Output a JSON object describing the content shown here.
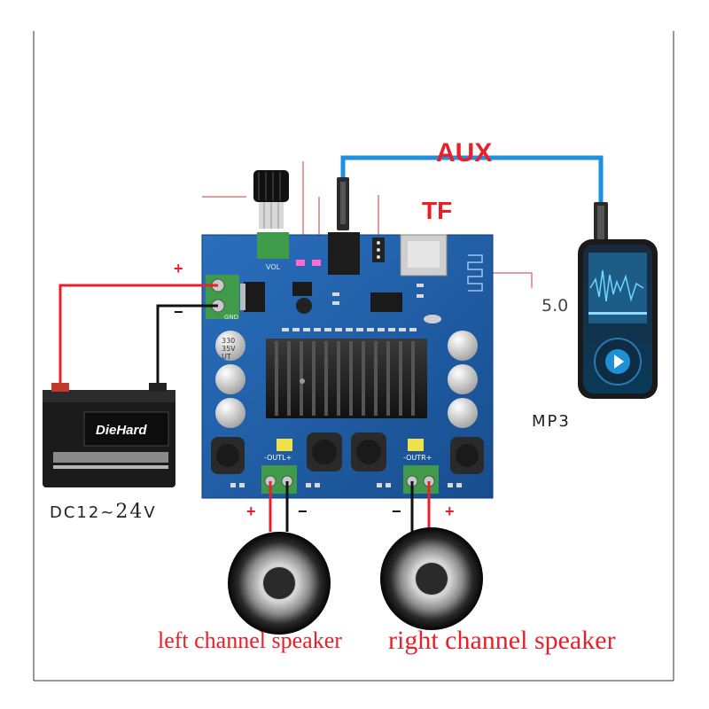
{
  "labels": {
    "aux": "AUX",
    "tf": "TF",
    "bluetooth_version": "5.0",
    "mp3": "MP3",
    "power_range_prefix": "DC12~",
    "power_range_value": "24",
    "power_range_unit": "V",
    "left_speaker": "left channel speaker",
    "right_speaker": "right channel speaker",
    "plus": "+",
    "minus": "−"
  },
  "battery": {
    "brand": "DieHard"
  },
  "board": {
    "volume_label": "VOL",
    "power_terminal_label": "GND",
    "out_left_label": "-OUTL+",
    "out_right_label": "-OUTR+",
    "capacitor_text": [
      "330",
      "35V",
      "UT"
    ]
  },
  "colors": {
    "accent_red": "#e8202a",
    "aux_cable_blue": "#1e90e0",
    "pcb_blue": "#1f5fa8",
    "terminal_green": "#3f9a4a"
  }
}
